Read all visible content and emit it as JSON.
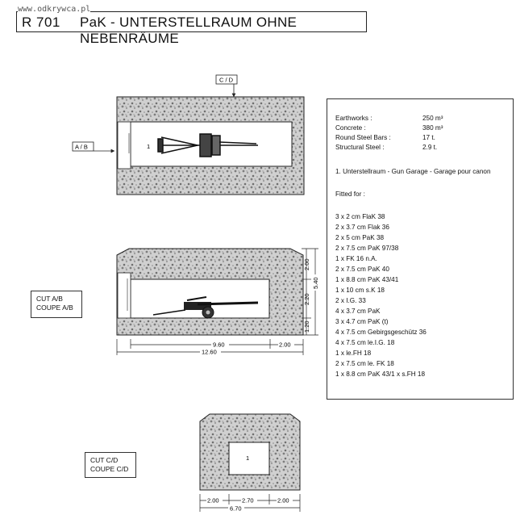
{
  "header": {
    "watermark": "www.odkrywca.pl",
    "code": "R 701",
    "title": "PaK - UNTERSTELLRAUM OHNE NEBENRÄUME"
  },
  "plan": {
    "room_number": "1",
    "section_tag_cd": "C / D",
    "section_tag_ab": "A / B"
  },
  "section_ab": {
    "cut_label_line1": "CUT A/B",
    "cut_label_line2": "COUPE A/B",
    "dims": {
      "total_length": "12.60",
      "room_length": "9.60",
      "rear_wall": "2.00",
      "total_height": "5.40",
      "roof": "2.00",
      "room_height": "2.20",
      "floor": "1.20"
    }
  },
  "section_cd": {
    "room_number": "1",
    "cut_label_line1": "CUT C/D",
    "cut_label_line2": "COUPE C/D",
    "dims": {
      "left_wall": "2.00",
      "room_width": "2.70",
      "right_wall": "2.00",
      "total_width": "6.70"
    }
  },
  "specs": {
    "quantities": [
      {
        "label": "Earthworks :",
        "value": "250 m³"
      },
      {
        "label": "Concrete :",
        "value": "380 m³"
      },
      {
        "label": "Round Steel Bars :",
        "value": "17 t."
      },
      {
        "label": "Structural Steel :",
        "value": "2.9 t."
      }
    ],
    "room_description": "1. Unterstellraum - Gun Garage  - Garage pour canon",
    "fitted_heading": "Fitted for :",
    "fitted_items": [
      "3 x 2 cm FlaK 38",
      "2 x 3.7 cm Flak 36",
      "2 x 5 cm PaK 38",
      "2 x 7.5 cm PaK 97/38",
      "1 x FK 16 n.A.",
      "2 x 7.5 cm PaK 40",
      "1 x 8.8 cm PaK 43/41",
      "1 x 10 cm s.K 18",
      "2 x I.G. 33",
      "4 x 3.7 cm PaK",
      "3 x 4.7 cm PaK (t)",
      "4 x 7.5 cm Gebirgsgeschütz 36",
      "4 x 7.5 cm le.I.G. 18",
      "1 x le.FH 18",
      "2 x 7.5 cm le. FK 18",
      "1 x 8.8 cm PaK 43/1 x s.FH 18"
    ]
  },
  "colors": {
    "line": "#222222",
    "concrete": "#c9c9c9",
    "concrete_dark": "#8a8a8a"
  }
}
